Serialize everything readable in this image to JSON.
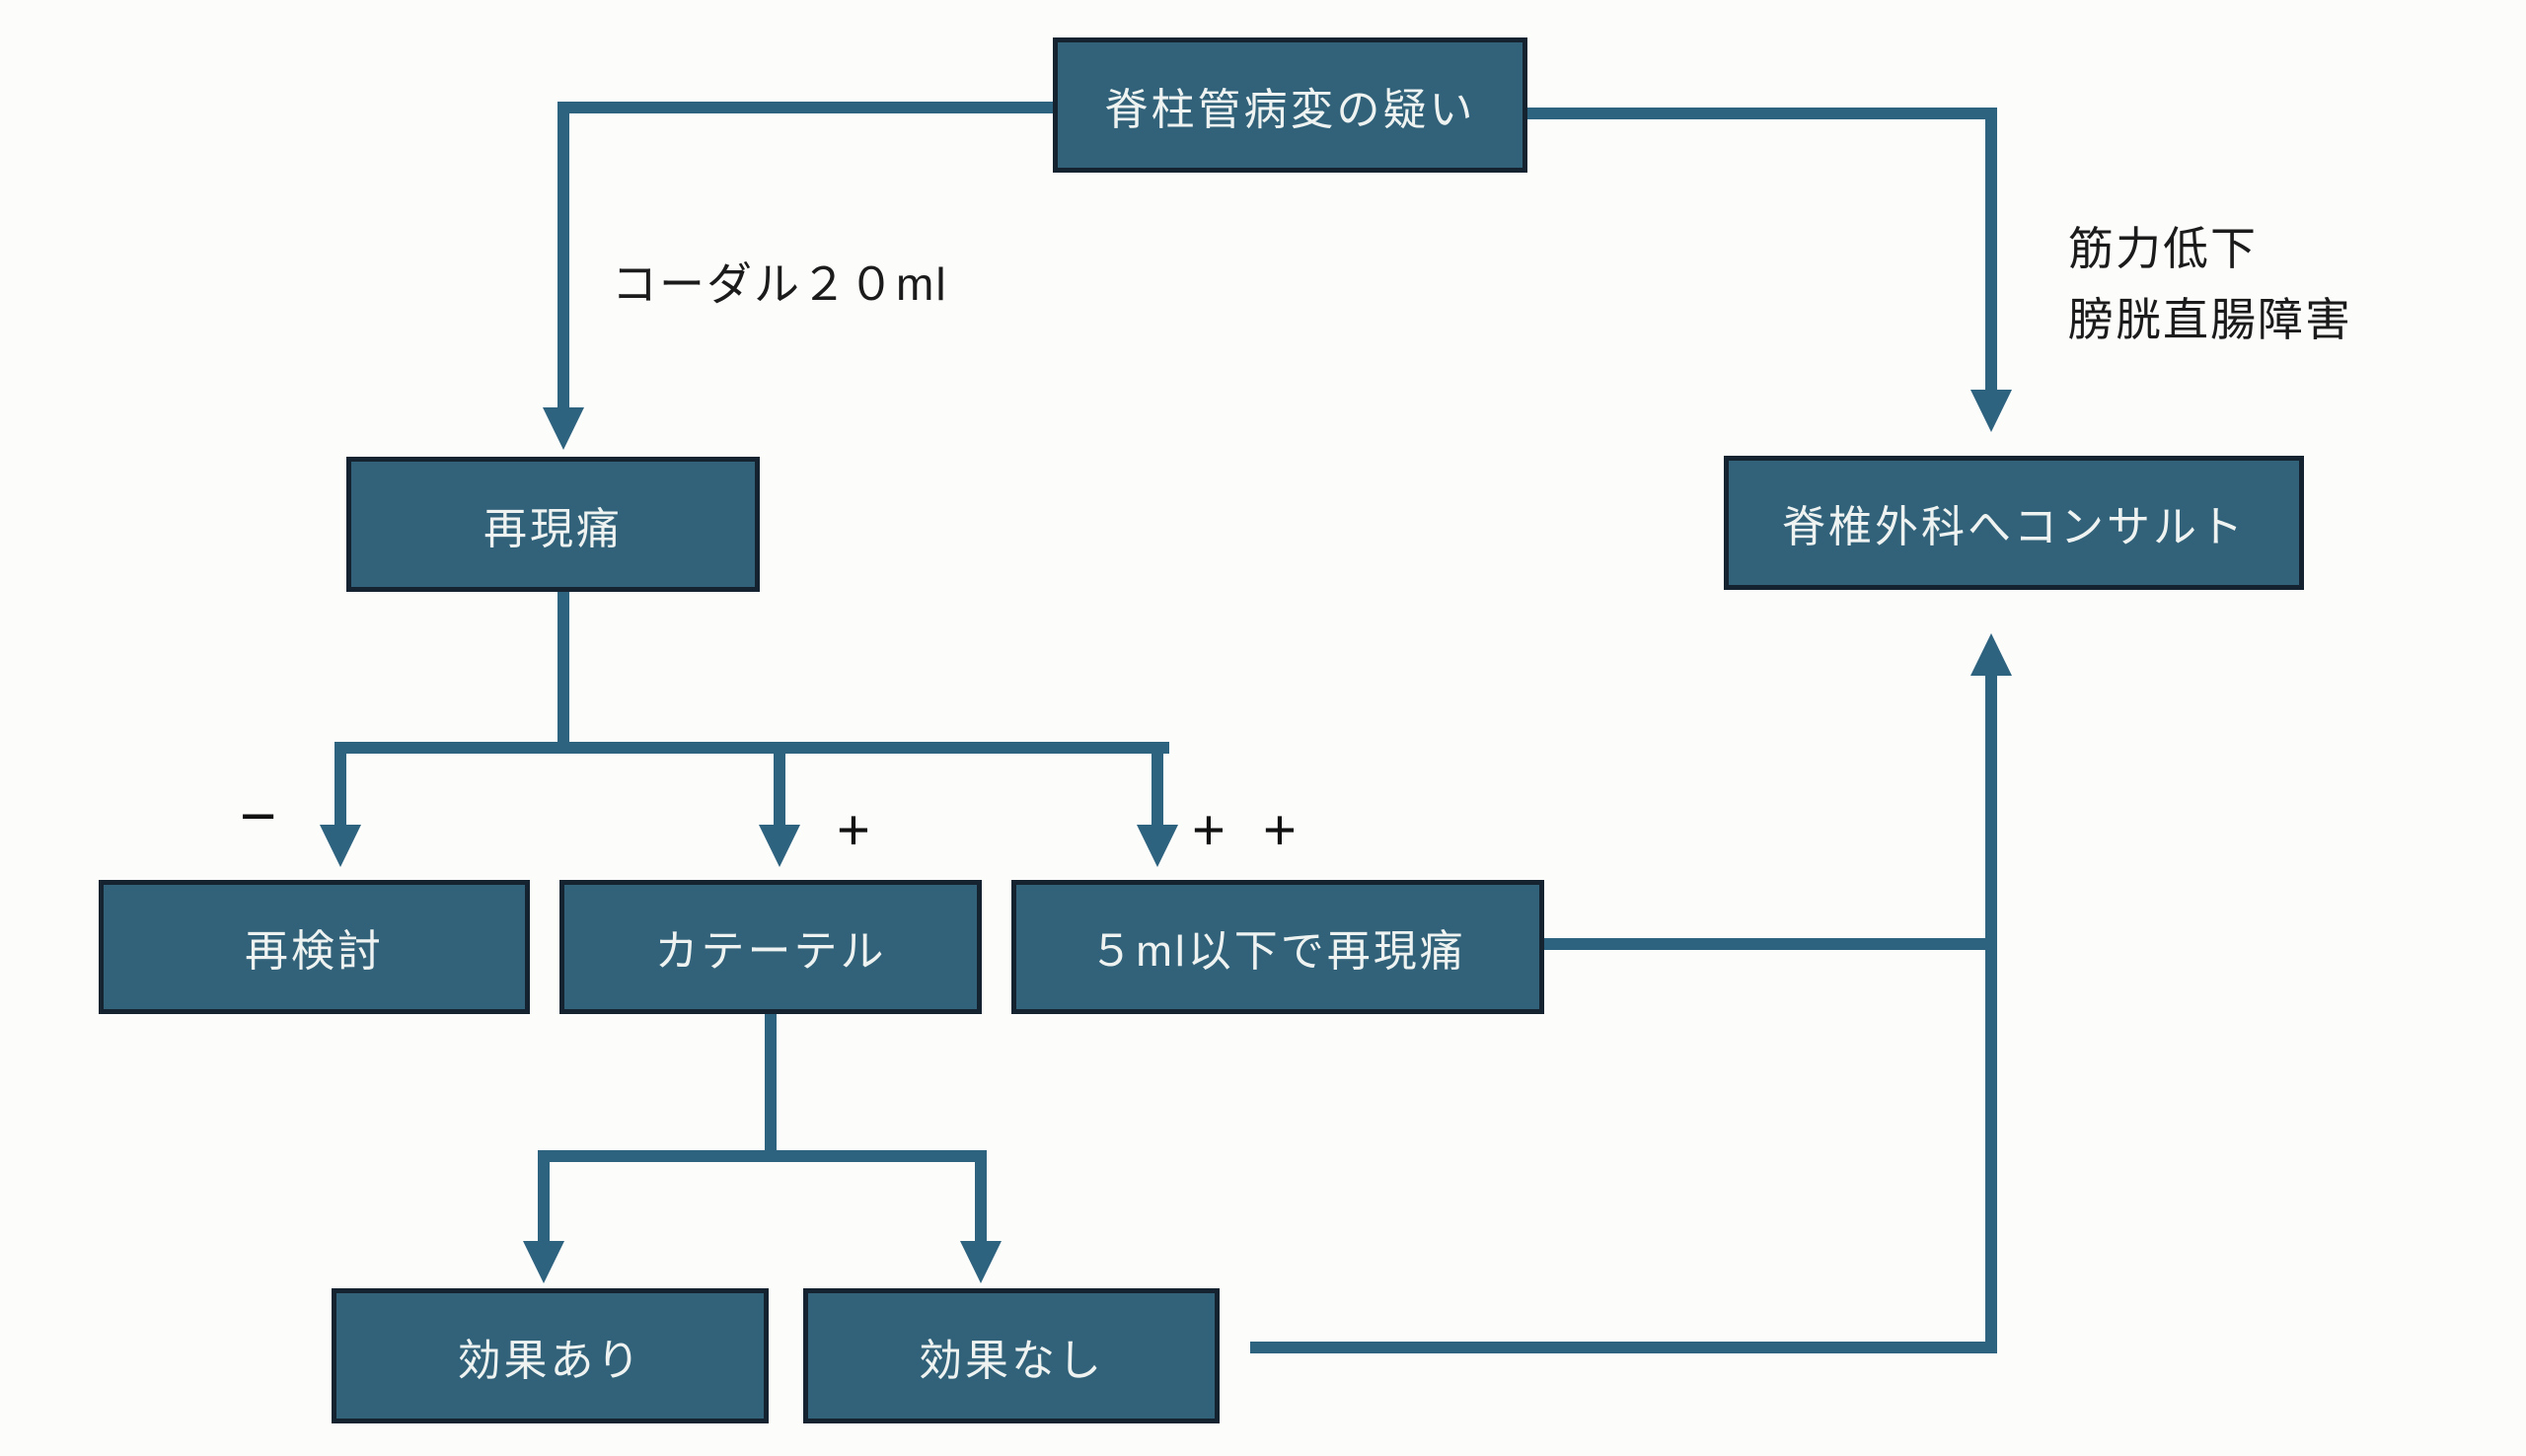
{
  "palette": {
    "node_fill": "#326279",
    "node_border": "#152330",
    "node_text": "#eef3f1",
    "connector": "#2e6380",
    "label_text": "#1b1b1b",
    "background": "#fcfcfb"
  },
  "nodes": {
    "suspicion": {
      "label": "脊柱管病変の疑い"
    },
    "reproduced_pain": {
      "label": "再現痛"
    },
    "consult_spine_surgery": {
      "label": "脊椎外科へコンサルト"
    },
    "reconsider": {
      "label": "再検討"
    },
    "catheter": {
      "label": "カテーテル"
    },
    "pain_at_5ml_or_less": {
      "label": "５ml以下で再現痛"
    },
    "effective": {
      "label": "効果あり"
    },
    "not_effective": {
      "label": "効果なし"
    }
  },
  "edge_labels": {
    "caudal_20ml": "コーダル２０ml",
    "muscle_weakness": "筋力低下",
    "bladder_rectal_disorder": "膀胱直腸障害",
    "minus": "−",
    "plus": "+",
    "double_plus": "+ +"
  }
}
